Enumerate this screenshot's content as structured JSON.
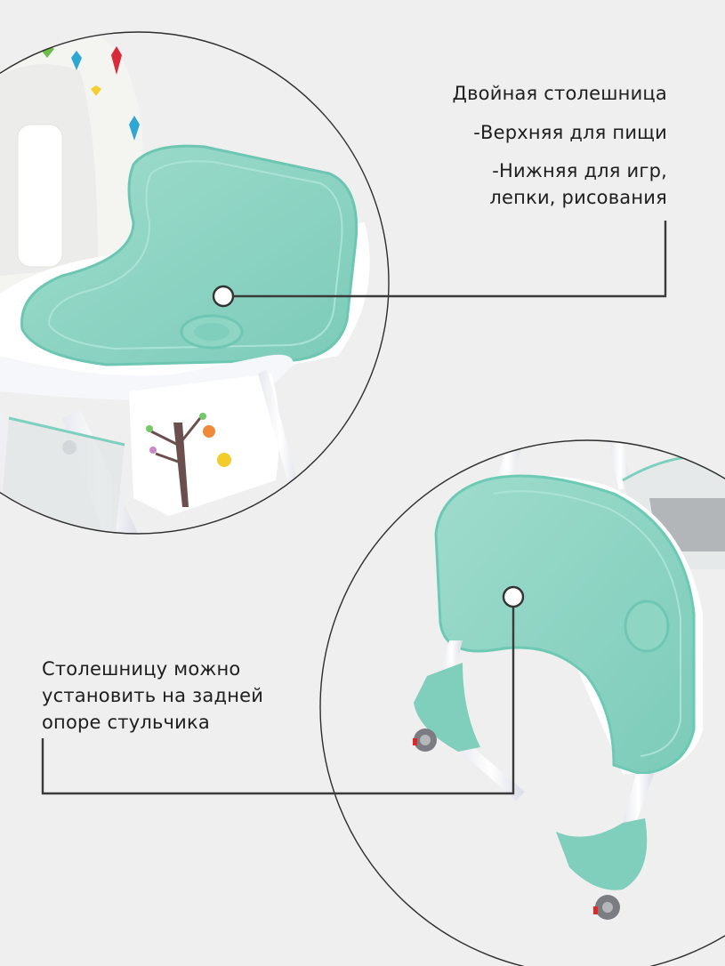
{
  "colors": {
    "background": "#f0efef",
    "teal_tray": "#86d3c2",
    "teal_dark": "#5fbfa9",
    "frame_white": "#ffffff",
    "line": "#3a3a3a",
    "text": "#1e1e1e"
  },
  "callout_top": {
    "title": "Двойная столешница",
    "line1": "-Верхняя для пищи",
    "line2": "-Нижняя для игр,",
    "line3": "лепки, рисования"
  },
  "callout_bottom": {
    "line1": "Столешницу можно",
    "line2": "установить на задней",
    "line3": "опоре стульчика"
  },
  "images": {
    "top_circle": "highchair-double-tray-closeup",
    "bottom_circle": "highchair-tray-mounted-on-rear-legs"
  }
}
